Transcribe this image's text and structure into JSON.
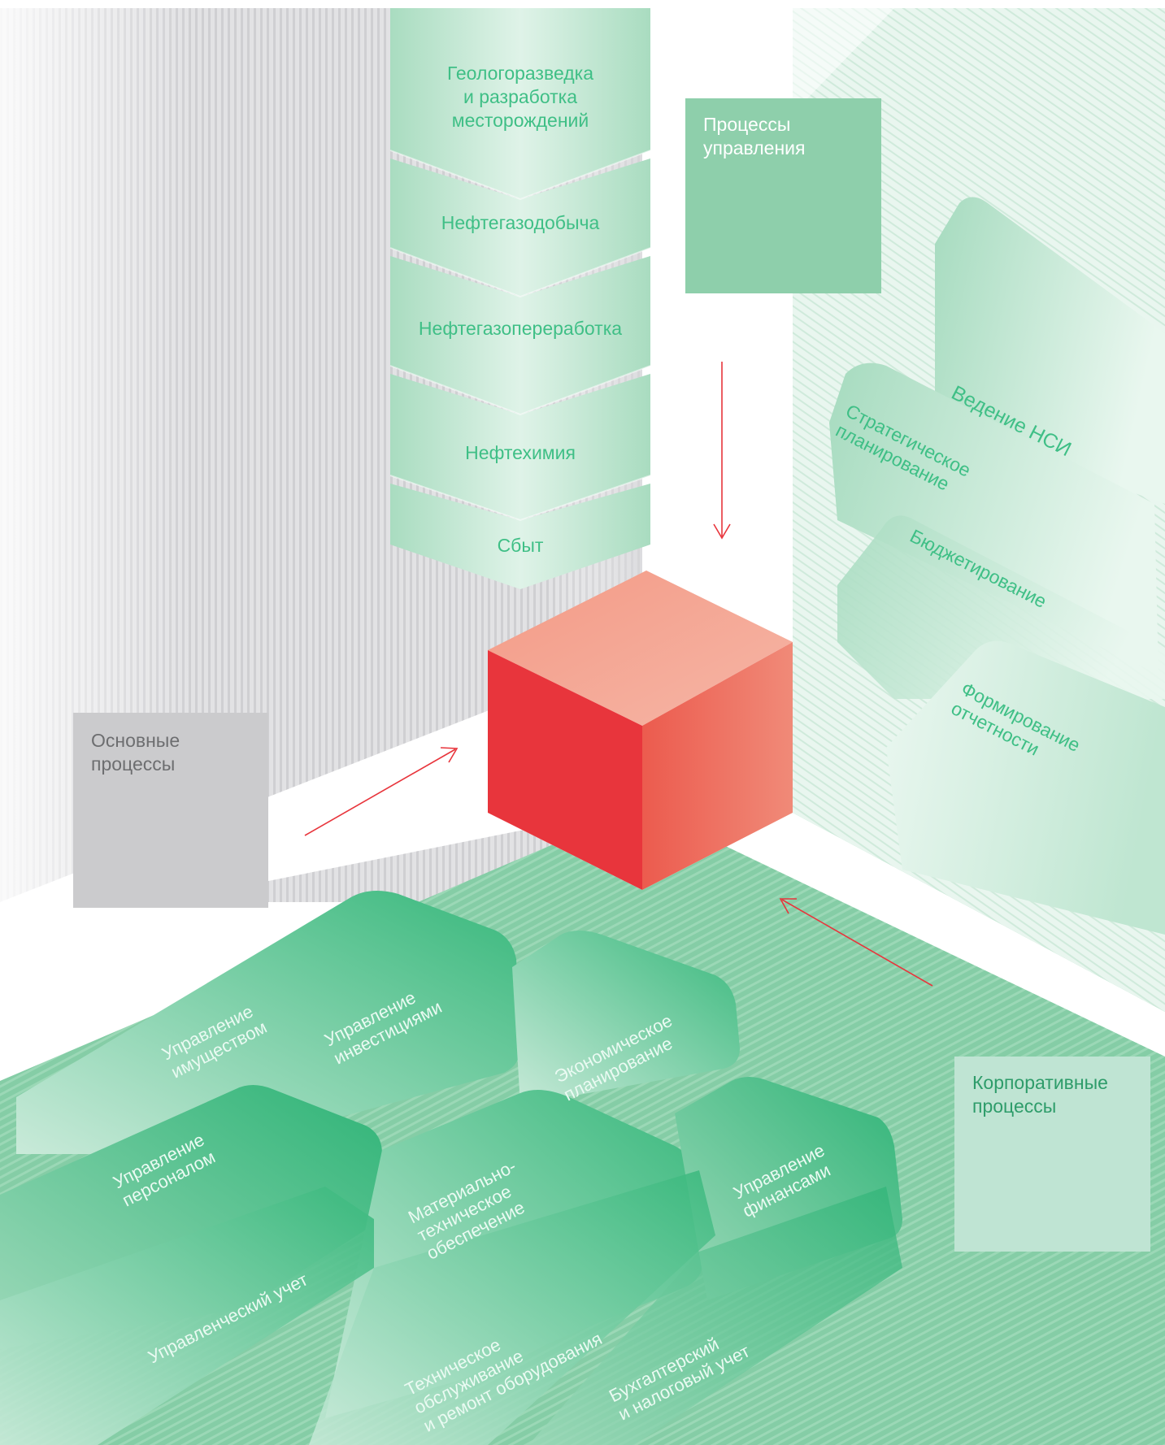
{
  "colors": {
    "accent_green": "#3fbf86",
    "tile_green": "#2bb575",
    "cube_red": "#e8353c",
    "arrow_red": "#e8353c",
    "core_box_gray": "#cbcbcd",
    "mgmt_box_green": "#8ecfab",
    "corp_box_green": "#bfe4d3"
  },
  "boxes": {
    "core": {
      "label": "Основные\nпроцессы"
    },
    "management": {
      "label": "Процессы\nуправления"
    },
    "corporate": {
      "label": "Корпоративные\nпроцессы"
    }
  },
  "core_chain": [
    "Геологоразведка\nи разработка\nместорождений",
    "Нефтегазодобыча",
    "Нефтегазопереработка",
    "Нефтехимия",
    "Сбыт"
  ],
  "management_cards": [
    "Ведение НСИ",
    "Стратегическое\nпланирование",
    "Бюджетирование",
    "Формирование\nотчетности"
  ],
  "corporate_tiles": [
    "Управление\nимуществом",
    "Управление\nинвестициями",
    "Экономическое\nпланирование",
    "Управление\nперсоналом",
    "Материально-\nтехническое\nобеспечение",
    "Управление\nфинансами",
    "Управленческий учет",
    "Техническое\nобслуживание\nи ремонт оборудования",
    "Бухгалтерский\nи налоговый учет"
  ],
  "icons": [
    "cube-icon",
    "arrow-down-icon",
    "arrow-right-up-icon",
    "arrow-left-up-icon"
  ]
}
